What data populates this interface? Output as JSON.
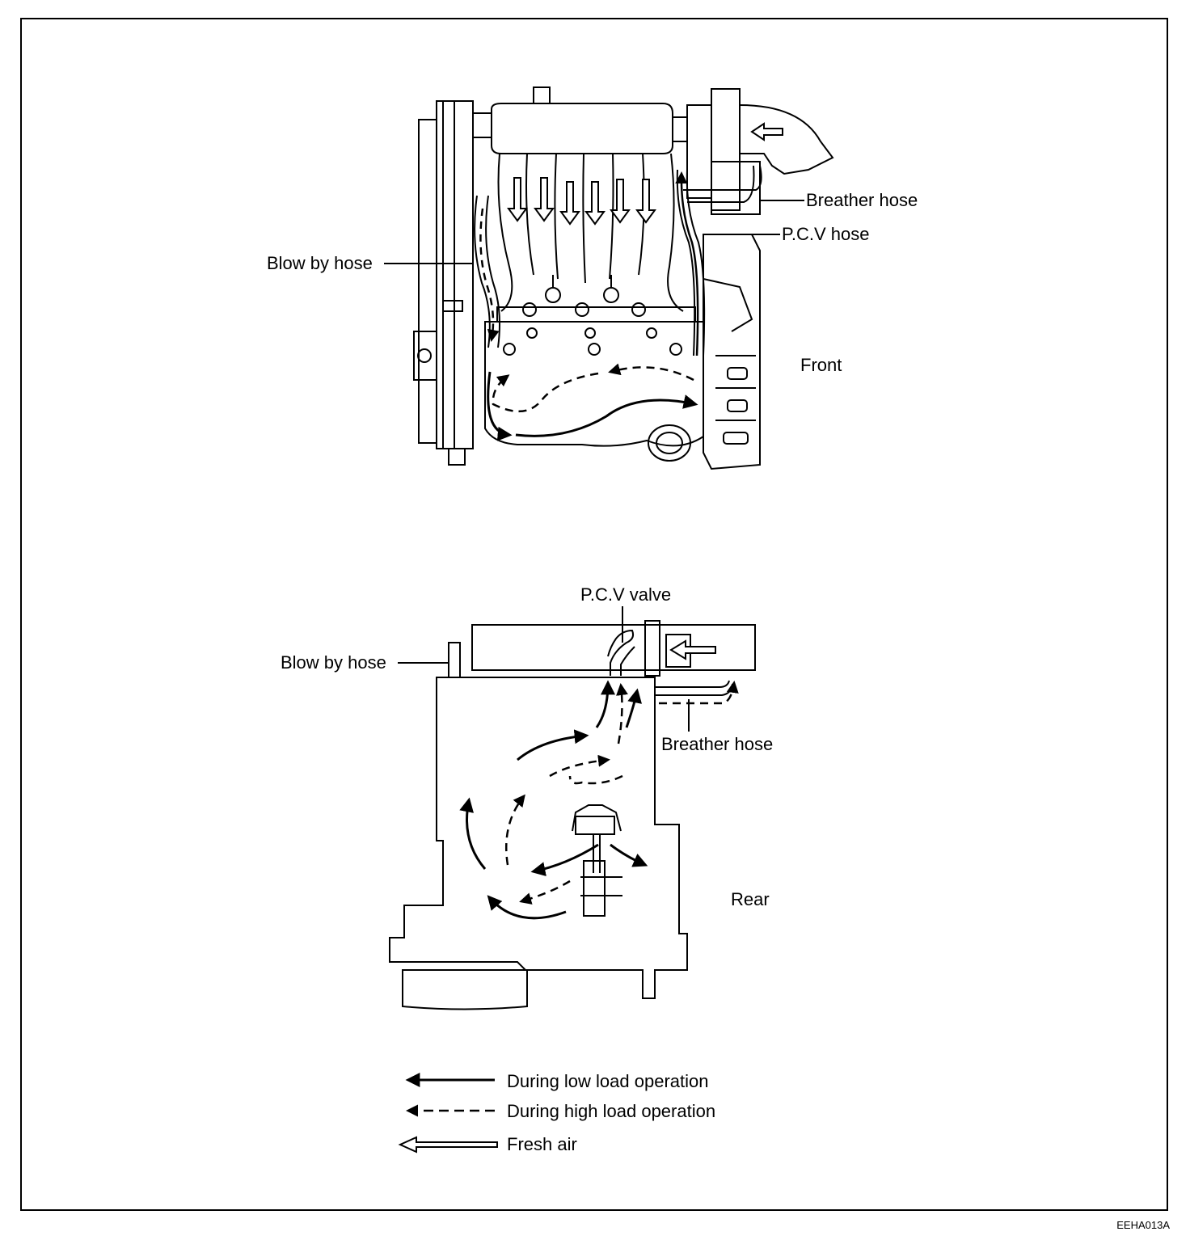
{
  "top_view": {
    "labels": {
      "breather_hose": "Breather hose",
      "pcv_hose": "P.C.V hose",
      "blow_by_hose": "Blow by hose",
      "front": "Front"
    }
  },
  "bottom_view": {
    "labels": {
      "pcv_valve": "P.C.V valve",
      "blow_by_hose": "Blow by hose",
      "breather_hose": "Breather hose",
      "rear": "Rear"
    }
  },
  "legend": {
    "items": [
      {
        "style": "solid-arrow",
        "label": "During low load operation"
      },
      {
        "style": "dashed-arrow",
        "label": "During high load operation"
      },
      {
        "style": "hollow-arrow",
        "label": "Fresh air"
      }
    ]
  },
  "figure_code": "EEHA013A"
}
